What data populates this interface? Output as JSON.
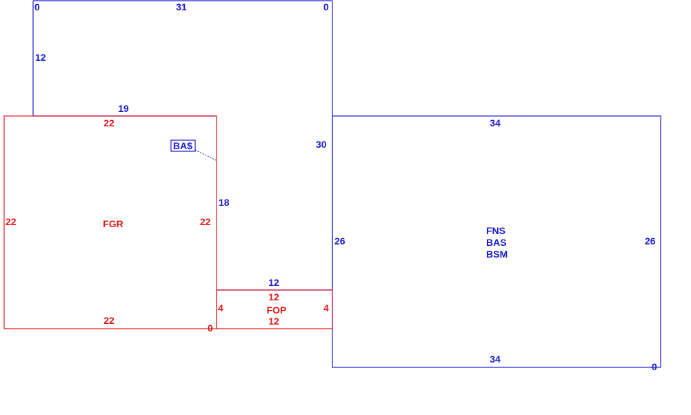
{
  "colors": {
    "upper_floor": "#1a1ad4",
    "ground_floor": "#e01818"
  },
  "upper_area": {
    "dims": {
      "top_left": "0",
      "top": "31",
      "top_right": "0",
      "left_upper": "12",
      "ledge": "19",
      "right_upper": "30",
      "step_side": "18",
      "step_bottom": "12"
    },
    "callout_label": "BA$"
  },
  "fgr": {
    "name": "FGR",
    "dims": {
      "top": "22",
      "left": "22",
      "right": "22",
      "bottom": "22",
      "corner": "0"
    }
  },
  "fop": {
    "name": "FOP",
    "dims": {
      "top": "12",
      "left": "4",
      "right": "4",
      "bottom": "12"
    }
  },
  "right_block": {
    "codes": [
      "FNS",
      "BAS",
      "BSM"
    ],
    "dims": {
      "top": "34",
      "left": "26",
      "right": "26",
      "bottom": "34",
      "corner": "0"
    }
  }
}
